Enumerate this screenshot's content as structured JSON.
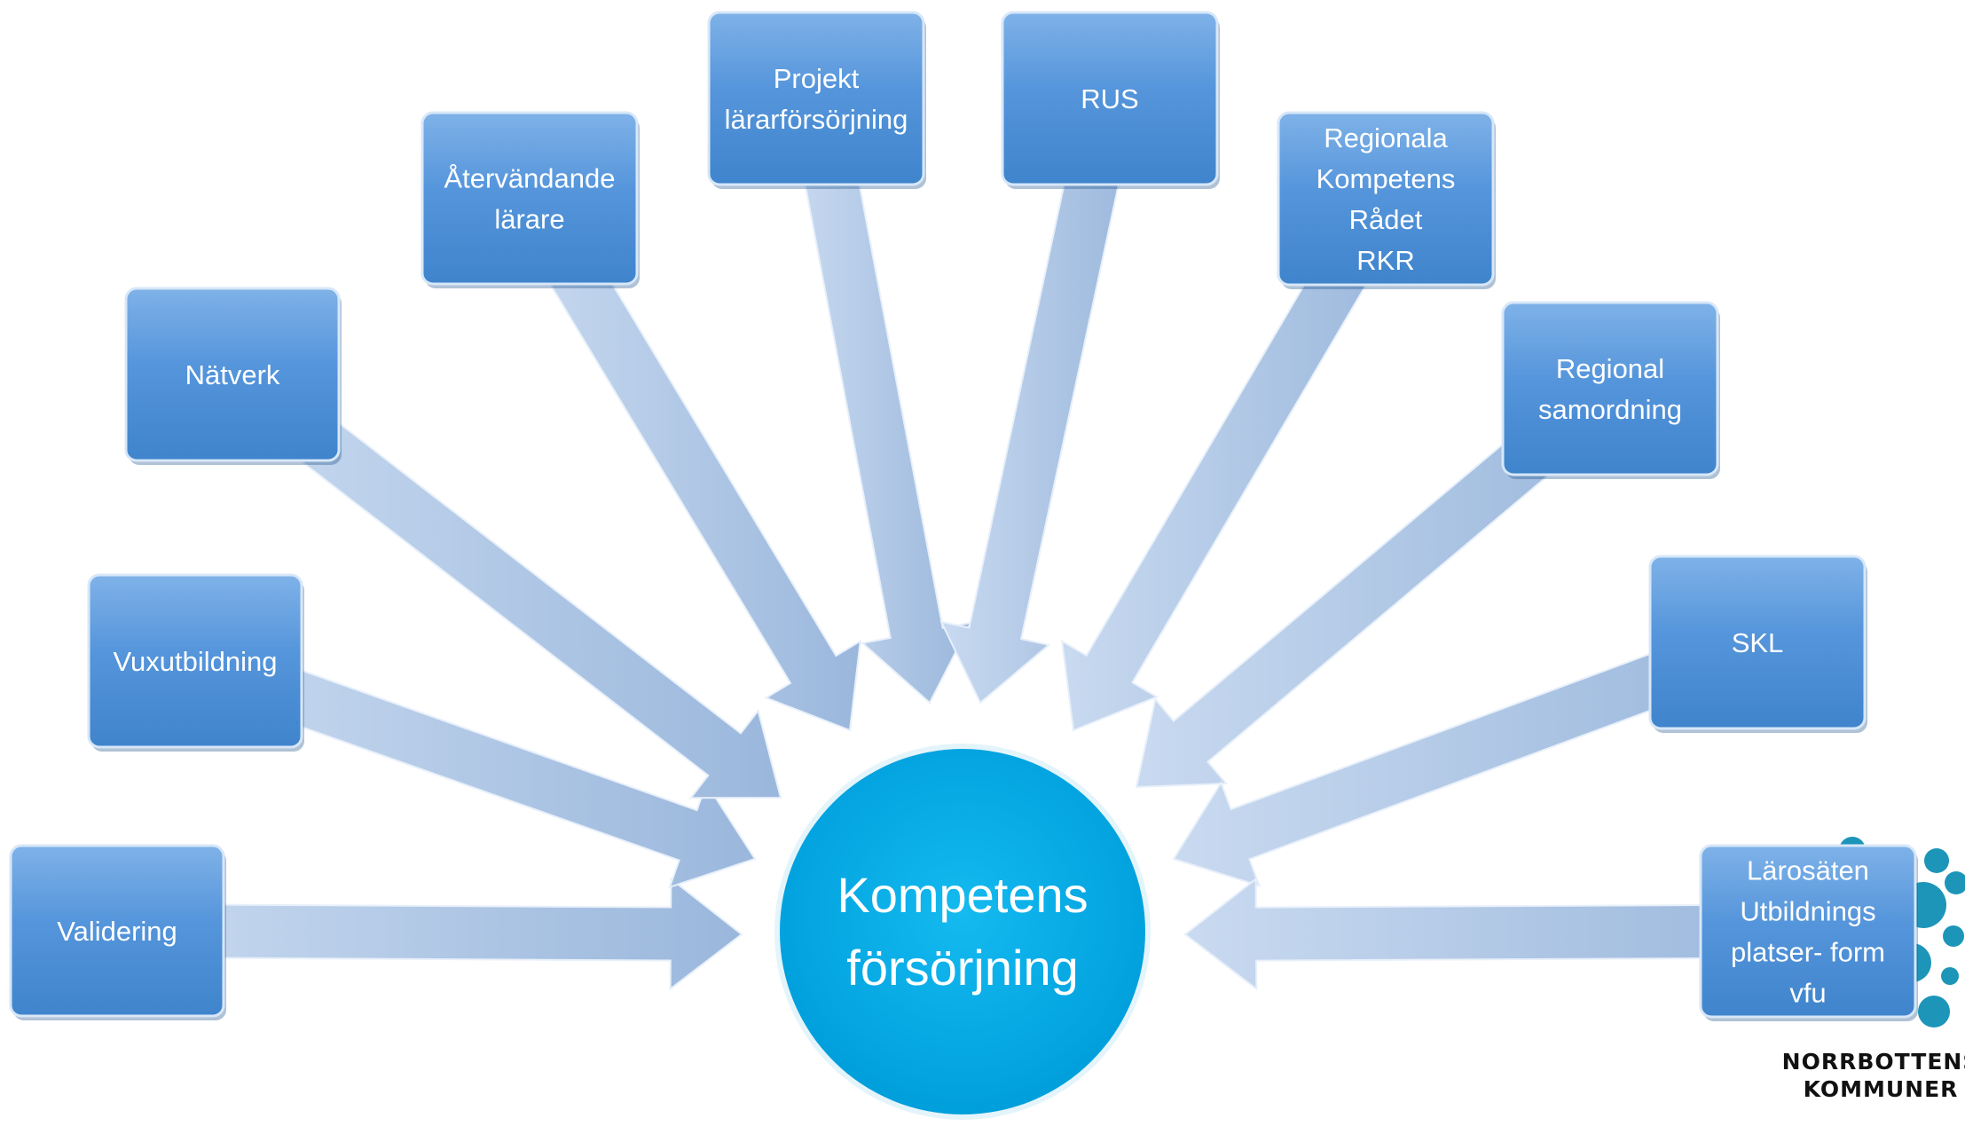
{
  "hub": {
    "label_lines": [
      "Kompetens",
      "försörjning"
    ]
  },
  "nodes": [
    {
      "id": "validering",
      "lines": [
        "Validering"
      ]
    },
    {
      "id": "vuxutbildning",
      "lines": [
        "Vuxutbildning"
      ]
    },
    {
      "id": "natverk",
      "lines": [
        "Nätverk"
      ]
    },
    {
      "id": "atervandande-larare",
      "lines": [
        "Återvändande",
        "lärare"
      ]
    },
    {
      "id": "projekt-lararforsorjning",
      "lines": [
        "Projekt",
        "lärarförsörjning"
      ]
    },
    {
      "id": "rus",
      "lines": [
        "RUS"
      ]
    },
    {
      "id": "rkr",
      "lines": [
        "Regionala",
        "Kompetens",
        "Rådet",
        "RKR"
      ]
    },
    {
      "id": "regional-samordning",
      "lines": [
        "Regional",
        "samordning"
      ]
    },
    {
      "id": "skl",
      "lines": [
        "SKL"
      ]
    },
    {
      "id": "larosaten",
      "lines": [
        "Lärosäten",
        "Utbildnings",
        "platser- form",
        "vfu"
      ]
    }
  ],
  "logo": {
    "lines": [
      "NORRBOTTENS",
      "KOMMUNER"
    ]
  },
  "colors": {
    "node_fill_top": "#7fb2e8",
    "node_fill_bottom": "#3f84cc",
    "hub_fill": "#00aeea",
    "arrow_fill_light": "#c8d9ef",
    "arrow_fill_dark": "#98b6dc",
    "logo_dots": "#1c95b8"
  }
}
